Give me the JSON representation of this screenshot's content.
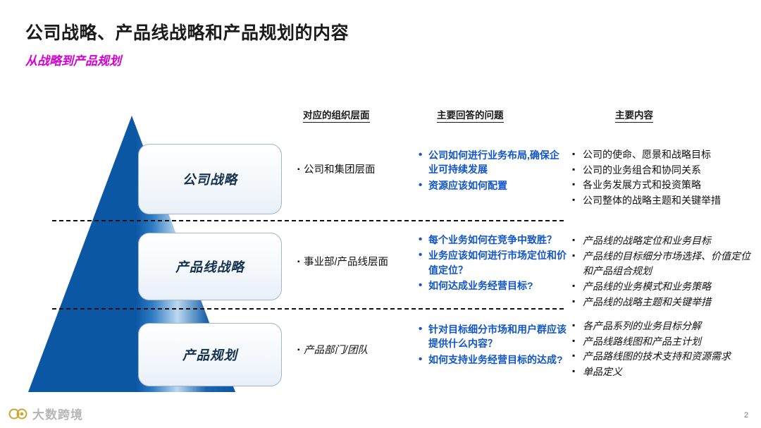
{
  "slide": {
    "title": "公司战略、产品线战略和产品规划的内容",
    "subtitle": "从战略到产品规划",
    "page_number": "2",
    "accent_blue": "#0b57a4",
    "accent_magenta": "#d400d4",
    "question_color": "#1155cc",
    "watermark": "大数跨境"
  },
  "headers": {
    "org": "对应的组织层面",
    "questions": "主要回答的问题",
    "content": "主要内容"
  },
  "levels": [
    {
      "name": "公司战略",
      "org": "公司和集团层面",
      "questions": [
        "公司如何进行业务布局,确保企业可持续发展",
        "资源应该如何配置"
      ],
      "content": [
        "公司的使命、愿景和战略目标",
        "公司的业务组合和协同关系",
        "各业务发展方式和投资策略",
        "公司整体的战略主题和关键举措"
      ]
    },
    {
      "name": "产品线战略",
      "org": "事业部/产品线层面",
      "questions": [
        "每个业务如何在竞争中致胜？",
        "业务应该如何进行市场定位和价值定位？",
        "如何达成业务经营目标?"
      ],
      "content": [
        "产品线的战略定位和业务目标",
        "产品线的目标细分市场选择、价值定位和产品组合规划",
        "产品线的业务模式和业务策略",
        "产品线的战略主题和关键举措"
      ]
    },
    {
      "name": "产品规划",
      "org": "产品部门/团队",
      "questions": [
        "针对目标细分市场和用户群应该提供什么内容？",
        "如何支持业务经营目标的达成?"
      ],
      "content": [
        "各产品系列的业务目标分解",
        "产品线路线图和产品主计划",
        "产品路线图的技术支持和资源需求",
        "单品定义"
      ]
    }
  ]
}
